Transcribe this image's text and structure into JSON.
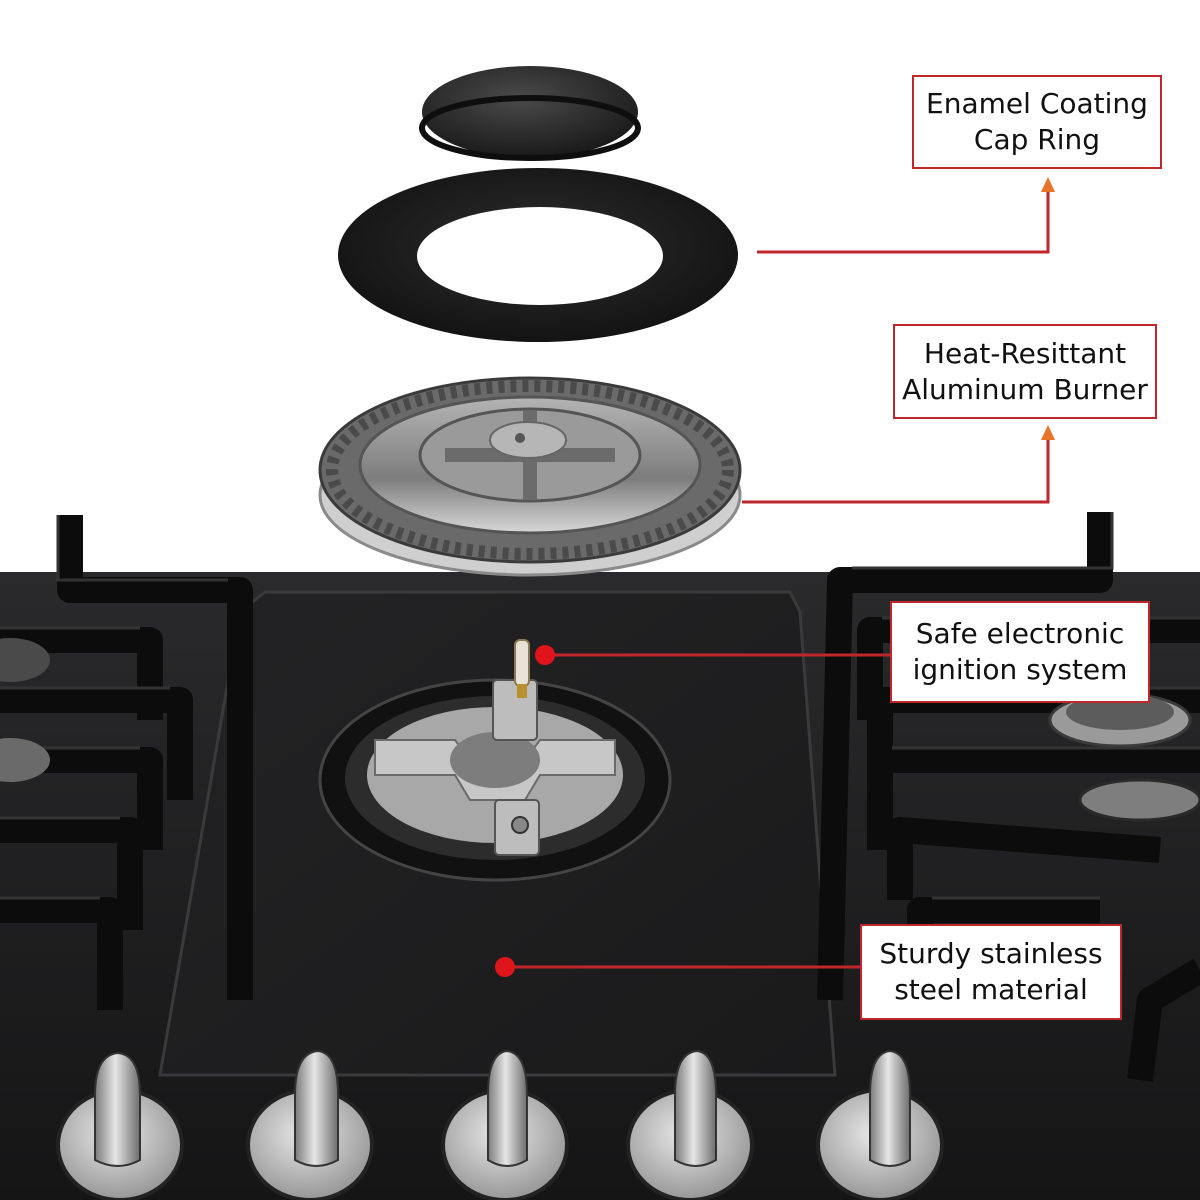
{
  "callouts": {
    "cap_ring": {
      "line1": "Enamel Coating",
      "line2": "Cap Ring"
    },
    "burner": {
      "line1": "Heat-Resittant",
      "line2": "Aluminum Burner"
    },
    "ignition": {
      "line1": "Safe electronic",
      "line2": "ignition system"
    },
    "material": {
      "line1": "Sturdy stainless",
      "line2": "steel material"
    }
  },
  "colors": {
    "callout_border": "#c0272d",
    "leader_line": "#c0272d",
    "marker_dot": "#e0141b",
    "arrow_head": "#e8742a",
    "cooktop": "#1d1d1f",
    "grate": "#141414",
    "cap": "#2a2a2a",
    "aluminum": "#8d8d8d",
    "knob_steel": "#b9b9b9"
  },
  "scene": {
    "knob_count": 5,
    "parts": [
      "burner-cap",
      "enamel-ring",
      "aluminum-burner",
      "cast-iron-grates",
      "cooktop-panel",
      "control-knobs"
    ]
  }
}
